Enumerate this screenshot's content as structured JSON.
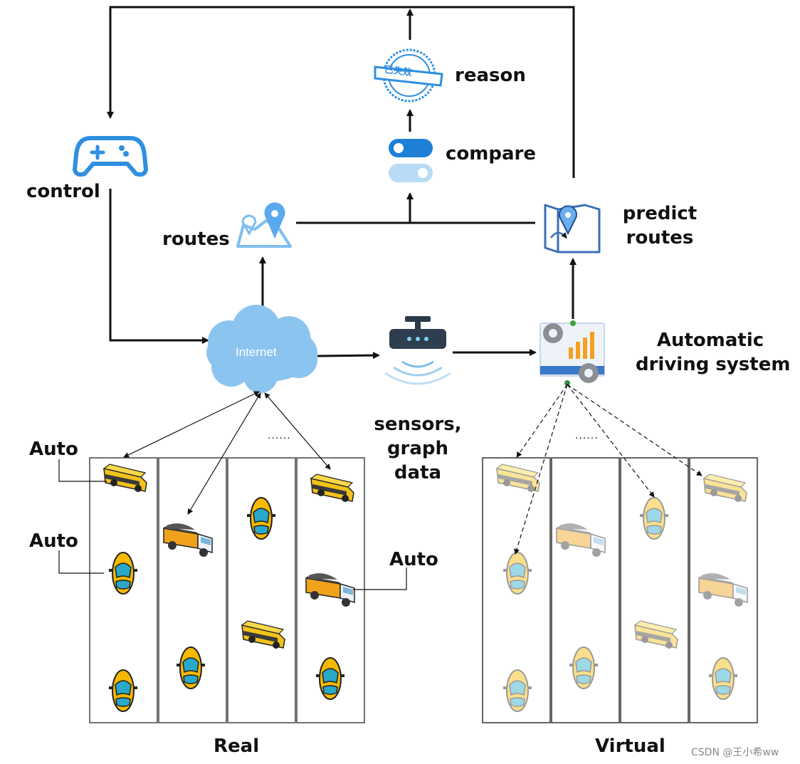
{
  "labels": {
    "control": "control",
    "routes": "routes",
    "reason": "reason",
    "compare": "compare",
    "predict_routes_line1": "predict",
    "predict_routes_line2": "routes",
    "internet": "Internet",
    "sensors_line1": "sensors,",
    "sensors_line2": "graph",
    "sensors_line3": "data",
    "ads_line1": "Automatic",
    "ads_line2": "driving system",
    "auto_1": "Auto",
    "auto_2": "Auto",
    "auto_3": "Auto",
    "ellipsis_real": "......",
    "ellipsis_virtual": "......",
    "real": "Real",
    "virtual": "Virtual",
    "stamp_text": "已失效",
    "watermark": "CSDN @王小希ww"
  },
  "icons": {
    "control": "gamepad-icon",
    "routes": "map-pin-icon",
    "reason": "expired-stamp-icon",
    "compare": "toggle-switch-icon",
    "predict_routes": "route-map-icon",
    "internet": "cloud-icon",
    "sensors": "router-wifi-icon",
    "ads": "dashboard-gear-icon"
  },
  "colors": {
    "arrow": "#111111",
    "icon_blue": "#2f8fe0",
    "cloud": "#8cc4f0",
    "car_yellow": "#f5b800",
    "bus_yellow": "#f2c21b",
    "lane_border": "#444444"
  },
  "lanes": {
    "real": [
      "lane-1",
      "lane-2",
      "lane-3",
      "lane-4"
    ],
    "virtual": [
      "lane-1",
      "lane-2",
      "lane-3",
      "lane-4"
    ]
  }
}
